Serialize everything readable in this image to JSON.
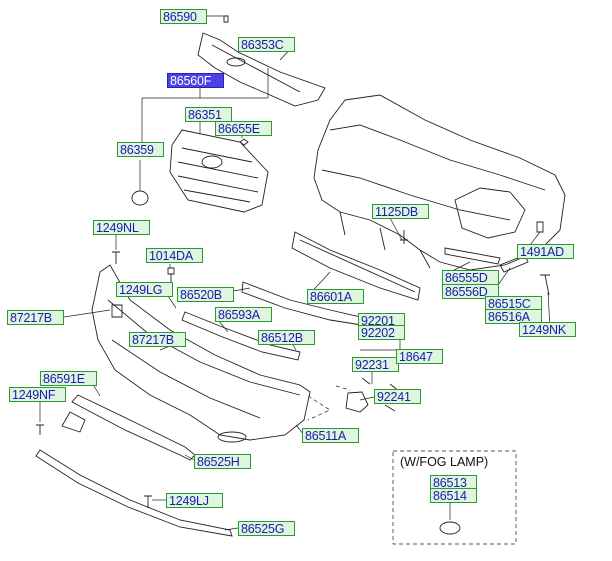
{
  "diagram": {
    "fog_lamp_note": "(W/FOG LAMP)",
    "labels": {
      "p86590": "86590",
      "p86353C": "86353C",
      "p86560F": "86560F",
      "p86351": "86351",
      "p86655E": "86655E",
      "p86359": "86359",
      "p1125DB": "1125DB",
      "p1249NL": "1249NL",
      "p1014DA": "1014DA",
      "p1491AD": "1491AD",
      "p86555D": "86555D",
      "p86556D": "86556D",
      "p1249LG": "1249LG",
      "p86520B": "86520B",
      "p86601A": "86601A",
      "p86515C": "86515C",
      "p86516A": "86516A",
      "p87217B_left": "87217B",
      "p86593A": "86593A",
      "p1249NK": "1249NK",
      "p92201": "92201",
      "p92202": "92202",
      "p87217B_mid": "87217B",
      "p86512B": "86512B",
      "p92231": "92231",
      "p18647": "18647",
      "p86591E": "86591E",
      "p1249NF": "1249NF",
      "p92241": "92241",
      "p86511A": "86511A",
      "p86525H": "86525H",
      "p86513": "86513",
      "p86514": "86514",
      "p1249LJ": "1249LJ",
      "p86525G": "86525G"
    }
  }
}
